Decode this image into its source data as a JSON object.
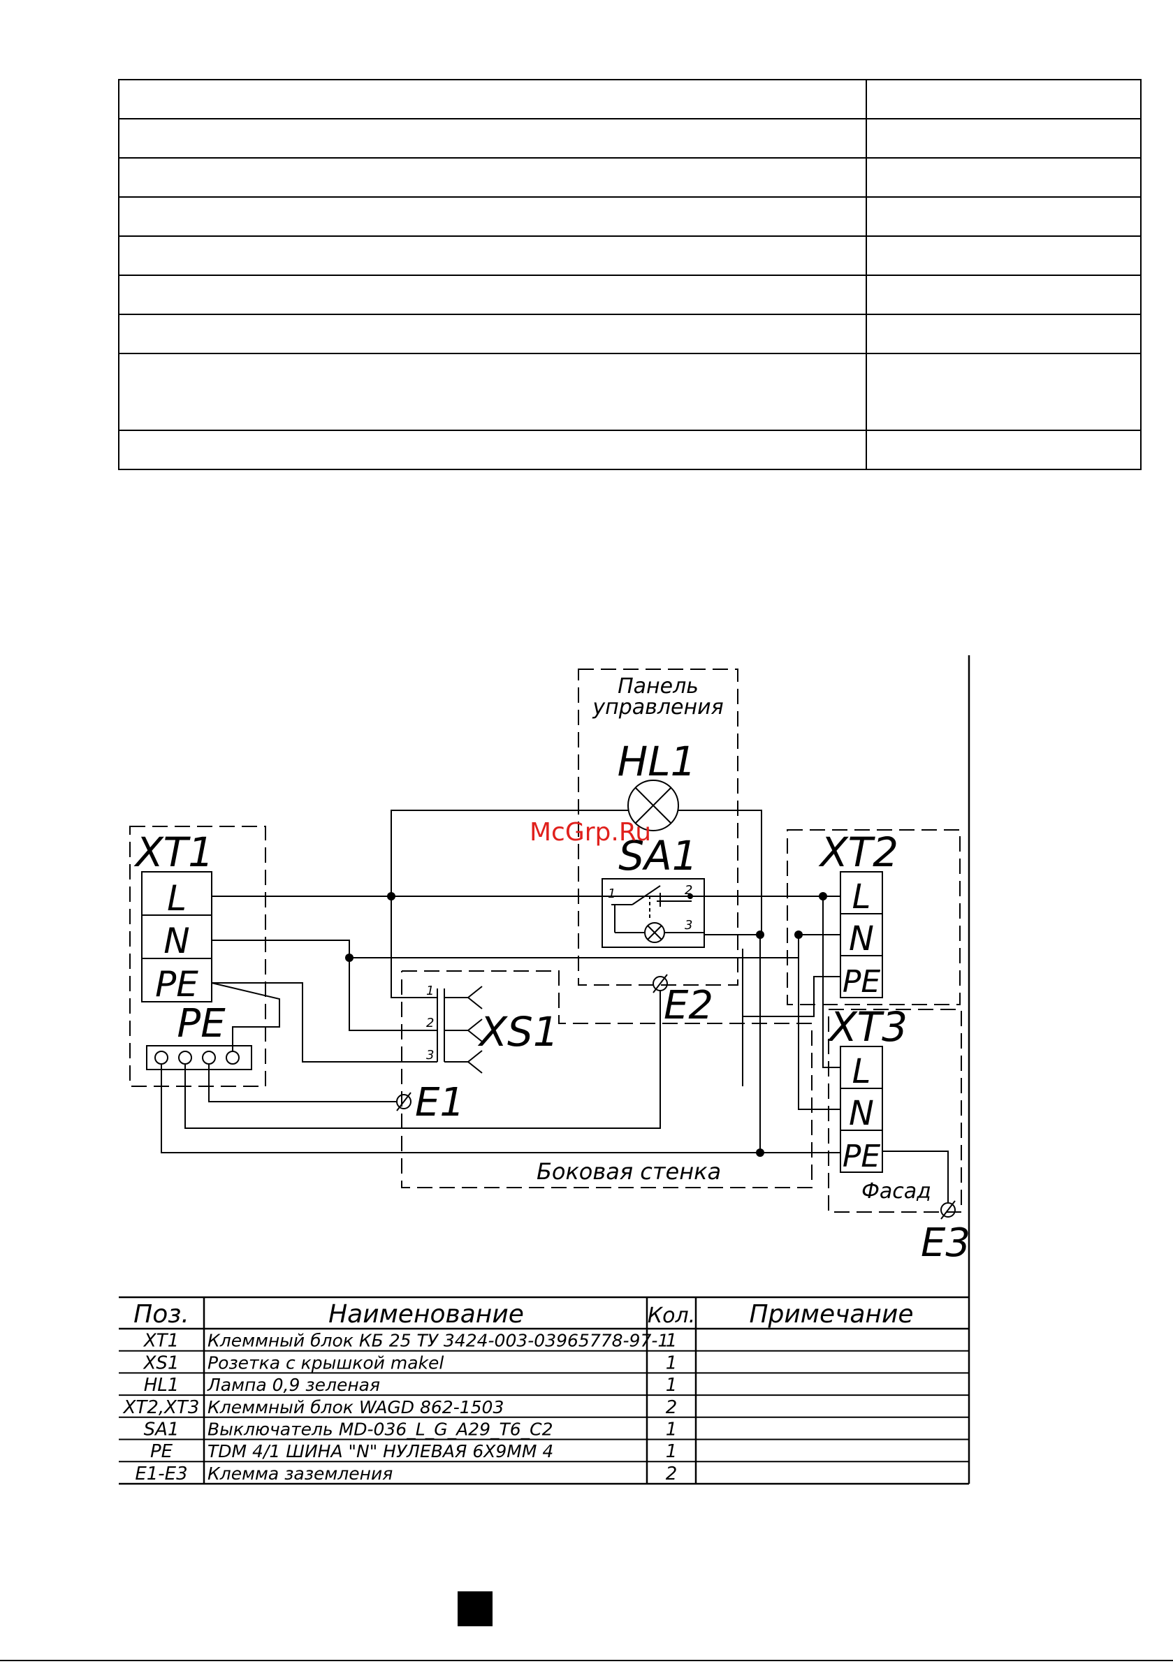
{
  "watermark": "McGrp.Ru",
  "watermark_color": "#e0201c",
  "top_table": {
    "rows": [
      {
        "h": 56
      },
      {
        "h": 56
      },
      {
        "h": 56
      },
      {
        "h": 56
      },
      {
        "h": 56
      },
      {
        "h": 56
      },
      {
        "h": 56
      },
      {
        "h": 110
      },
      {
        "h": 56
      }
    ]
  },
  "diagram": {
    "panel_label_1": "Панель",
    "panel_label_2": "управления",
    "hl1": "HL1",
    "sa1": "SA1",
    "sa1_pin1": "1",
    "sa1_pin2": "2",
    "sa1_pin3": "3",
    "xt1": "XT1",
    "xt2": "XT2",
    "xt3": "XT3",
    "pe_bus": "PE",
    "term_l": "L",
    "term_n": "N",
    "term_pe": "PE",
    "xs1": "XS1",
    "xs1_pin1": "1",
    "xs1_pin2": "2",
    "xs1_pin3": "3",
    "e1": "E1",
    "e2": "E2",
    "e3": "E3",
    "side_wall": "Боковая стенка",
    "facade": "Фасад"
  },
  "parts_table": {
    "headers": {
      "pos": "Поз.",
      "name": "Наименование",
      "qty": "Кол.",
      "note": "Примечание"
    },
    "rows": [
      {
        "pos": "XT1",
        "name": "Клеммный блок КБ 25 ТУ 3424-003-03965778-97-1",
        "qty": "1",
        "note": ""
      },
      {
        "pos": "XS1",
        "name": "Розетка с крышкой makel",
        "qty": "1",
        "note": ""
      },
      {
        "pos": "HL1",
        "name": "Лампа 0,9 зеленая",
        "qty": "1",
        "note": ""
      },
      {
        "pos": "XT2,XT3",
        "name": "Клеммный блок WAGD 862-1503",
        "qty": "2",
        "note": ""
      },
      {
        "pos": "SA1",
        "name": "Выключатель MD-036_L_G_A29_T6_C2",
        "qty": "1",
        "note": ""
      },
      {
        "pos": "PE",
        "name": "TDM 4/1 ШИНА \"N\" НУЛЕВАЯ 6Х9ММ 4",
        "qty": "1",
        "note": ""
      },
      {
        "pos": "E1-E3",
        "name": "Клемма заземления",
        "qty": "2",
        "note": ""
      }
    ]
  }
}
